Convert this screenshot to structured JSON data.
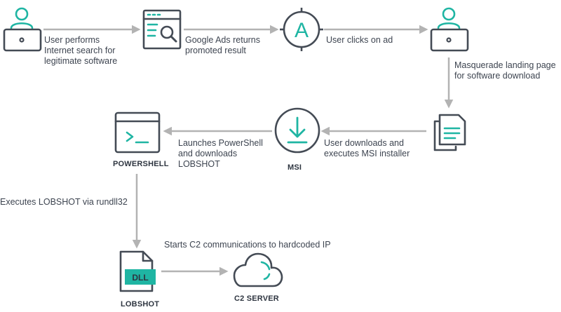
{
  "diagram": {
    "colors": {
      "accent": "#1fb5a3",
      "stroke": "#444b55",
      "arrow": "#b3b3b3",
      "text": "#3d4450"
    },
    "steps": {
      "search": "User performs\nInternet search for\nlegitimate software",
      "ads": "Google Ads returns\npromoted result",
      "click": "User clicks on ad",
      "landing": "Masquerade landing page\nfor software download",
      "download": "User downloads and\nexecutes MSI installer",
      "launch": "Launches PowerShell\nand downloads\nLOBSHOT",
      "execute": "Executes LOBSHOT via rundll32",
      "c2": "Starts C2 communications to hardcoded IP"
    },
    "nodes": {
      "user_1": {
        "icon": "user-laptop-icon"
      },
      "search_window": {
        "icon": "browser-search-icon"
      },
      "ad": {
        "icon": "ad-badge-icon",
        "glyph": "A"
      },
      "user_2": {
        "icon": "user-laptop-icon"
      },
      "documents": {
        "icon": "documents-icon"
      },
      "msi": {
        "icon": "download-icon",
        "caption": "MSI"
      },
      "powershell": {
        "icon": "powershell-icon",
        "caption": "POWERSHELL"
      },
      "lobshot": {
        "icon": "dll-file-icon",
        "caption": "LOBSHOT",
        "badge": "DLL"
      },
      "c2_server": {
        "icon": "cloud-icon",
        "caption": "C2 SERVER"
      }
    }
  }
}
